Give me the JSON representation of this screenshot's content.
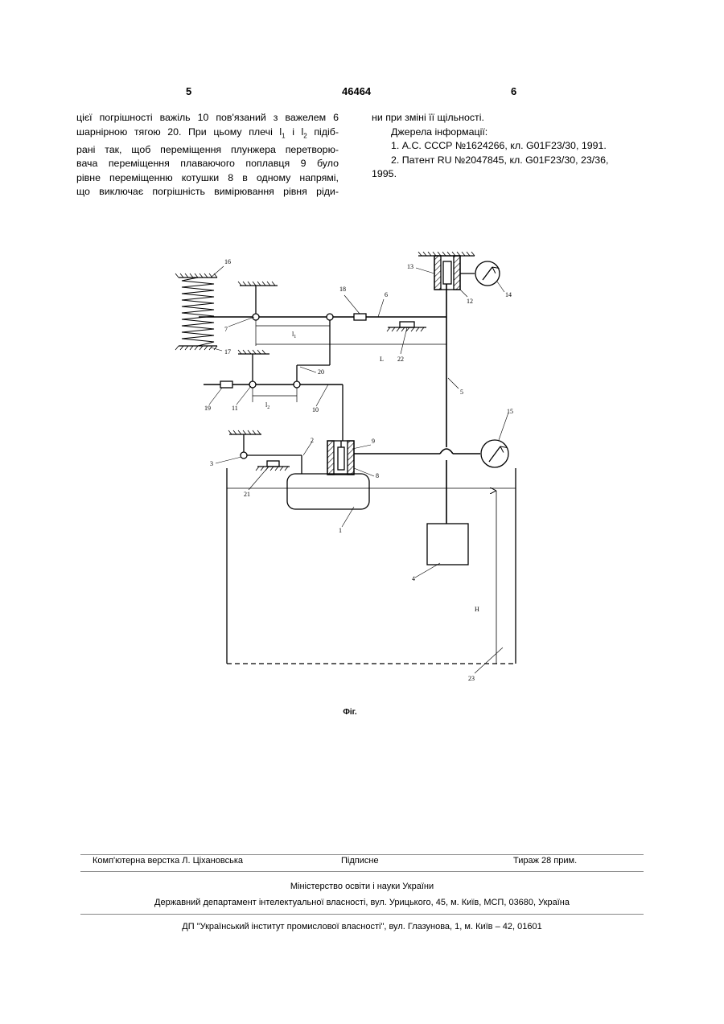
{
  "header": {
    "page_left": "5",
    "doc_number": "46464",
    "page_right": "6"
  },
  "left_column": {
    "lines": [
      "цієї погрішності важіль 10 пов'язаний з важелем 6",
      "шарнірною тягою 20. При цьому плечі l",
      "1",
      " і l",
      "2",
      " підіб-",
      "рані так, щоб переміщення плунжера перетворю-",
      "вача переміщення плаваючого поплавця 9 було",
      "рівне переміщенню котушки 8 в одному напрямі,",
      "що виключає погрішність вимірювання рівня ріди-"
    ]
  },
  "right_column": {
    "line1": "ни при зміні її щільності.",
    "sources_title": "Джерела інформації:",
    "ref1": "1. А.С. СССР №1624266, кл. G01F23/30, 1991.",
    "ref2a": "2. Патент RU №2047845, кл. G01F23/30, 23/36,",
    "ref2b": "1995."
  },
  "figure": {
    "caption": "Фіг.",
    "labels": {
      "n1": "1",
      "n2": "2",
      "n3": "3",
      "n4": "4",
      "n5": "5",
      "n6": "6",
      "n7": "7",
      "n8": "8",
      "n9": "9",
      "n10": "10",
      "n11": "11",
      "n12": "12",
      "n13": "13",
      "n14": "14",
      "n15": "15",
      "n16": "16",
      "n17": "17",
      "n18": "18",
      "n19": "19",
      "n20": "20",
      "n21": "21",
      "n22": "22",
      "n23": "23",
      "l": "l",
      "l1_sub": "1",
      "l2_sub": "2",
      "L": "L",
      "H": "H"
    }
  },
  "footer": {
    "layout": "Комп'ютерна верстка Л. Ціхановська",
    "signed": "Підписне",
    "circulation": "Тираж 28 прим.",
    "ministry": "Міністерство освіти і науки України",
    "department": "Державний департамент інтелектуальної власності, вул. Урицького, 45, м. Київ, МСП, 03680, Україна",
    "institute": "ДП \"Український інститут промислової власності\", вул. Глазунова, 1, м. Київ – 42, 01601"
  }
}
